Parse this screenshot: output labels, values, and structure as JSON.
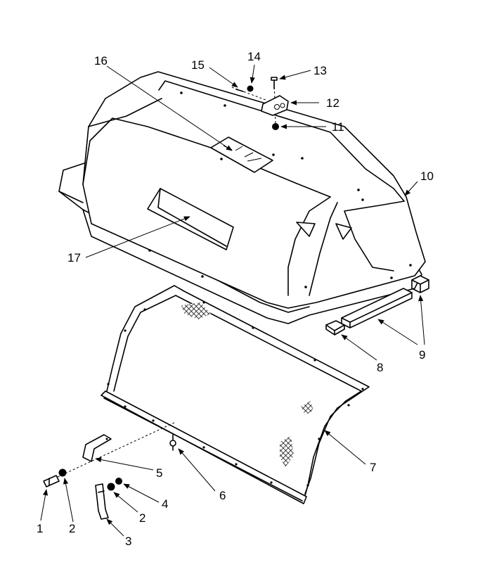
{
  "diagram": {
    "callouts": [
      {
        "id": "1",
        "text": "1"
      },
      {
        "id": "2a",
        "text": "2"
      },
      {
        "id": "3",
        "text": "3"
      },
      {
        "id": "2b",
        "text": "2"
      },
      {
        "id": "4",
        "text": "4"
      },
      {
        "id": "5",
        "text": "5"
      },
      {
        "id": "6",
        "text": "6"
      },
      {
        "id": "7",
        "text": "7"
      },
      {
        "id": "8",
        "text": "8"
      },
      {
        "id": "9",
        "text": "9"
      },
      {
        "id": "10",
        "text": "10"
      },
      {
        "id": "11",
        "text": "11"
      },
      {
        "id": "12",
        "text": "12"
      },
      {
        "id": "13",
        "text": "13"
      },
      {
        "id": "14",
        "text": "14"
      },
      {
        "id": "15",
        "text": "15"
      },
      {
        "id": "16",
        "text": "16"
      },
      {
        "id": "17",
        "text": "17"
      }
    ]
  }
}
